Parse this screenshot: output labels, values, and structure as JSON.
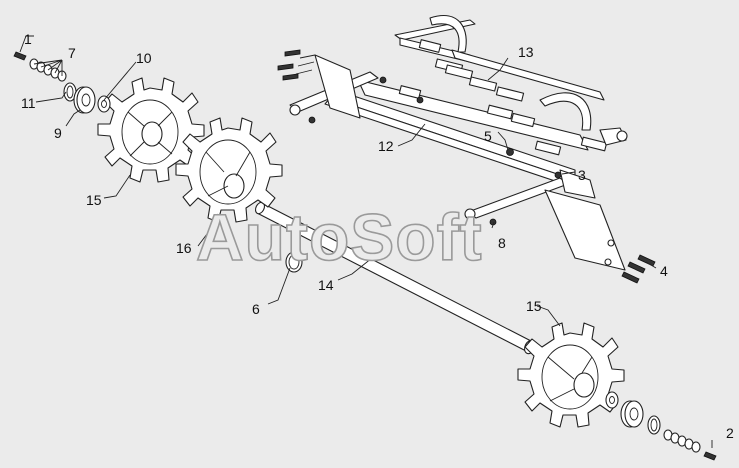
{
  "watermark": "AutoSoft",
  "callouts": {
    "c1": "1",
    "c2": "2",
    "c3": "3",
    "c4": "4",
    "c5": "5",
    "c6": "6",
    "c7": "7",
    "c8": "8",
    "c9": "9",
    "c10": "10",
    "c11": "11",
    "c12": "12",
    "c13": "13",
    "c14": "14",
    "c15a": "15",
    "c15b": "15",
    "c16": "16"
  },
  "colors": {
    "background": "#ebebeb",
    "line": "#222222",
    "watermark_outline": "#9a9a9a"
  }
}
